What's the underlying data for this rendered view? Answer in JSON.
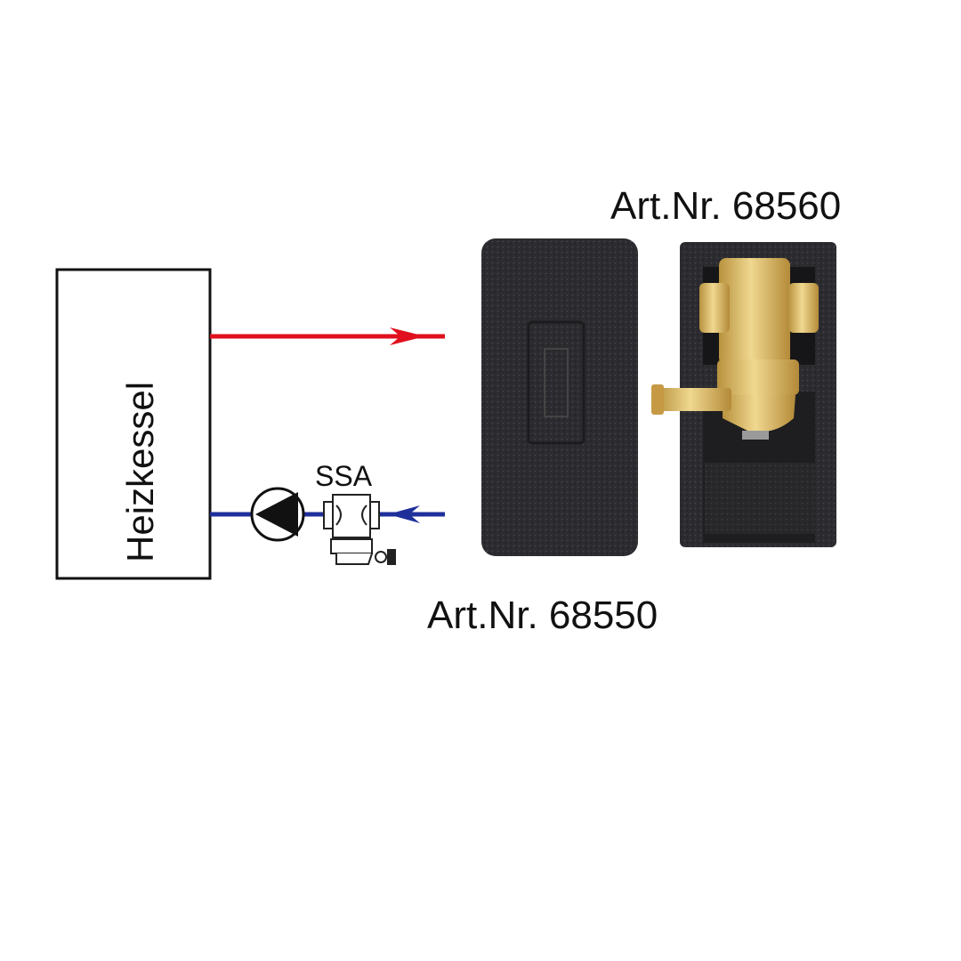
{
  "boiler": {
    "label": "Heizkessel"
  },
  "separator": {
    "label": "SSA"
  },
  "articles": {
    "top": "Art.Nr. 68560",
    "bottom": "Art.Nr. 68550"
  },
  "colors": {
    "supply": "#e0101e",
    "return": "#1f2f9a",
    "insulation": "#2b2b2e",
    "brass": "#d9b865"
  }
}
